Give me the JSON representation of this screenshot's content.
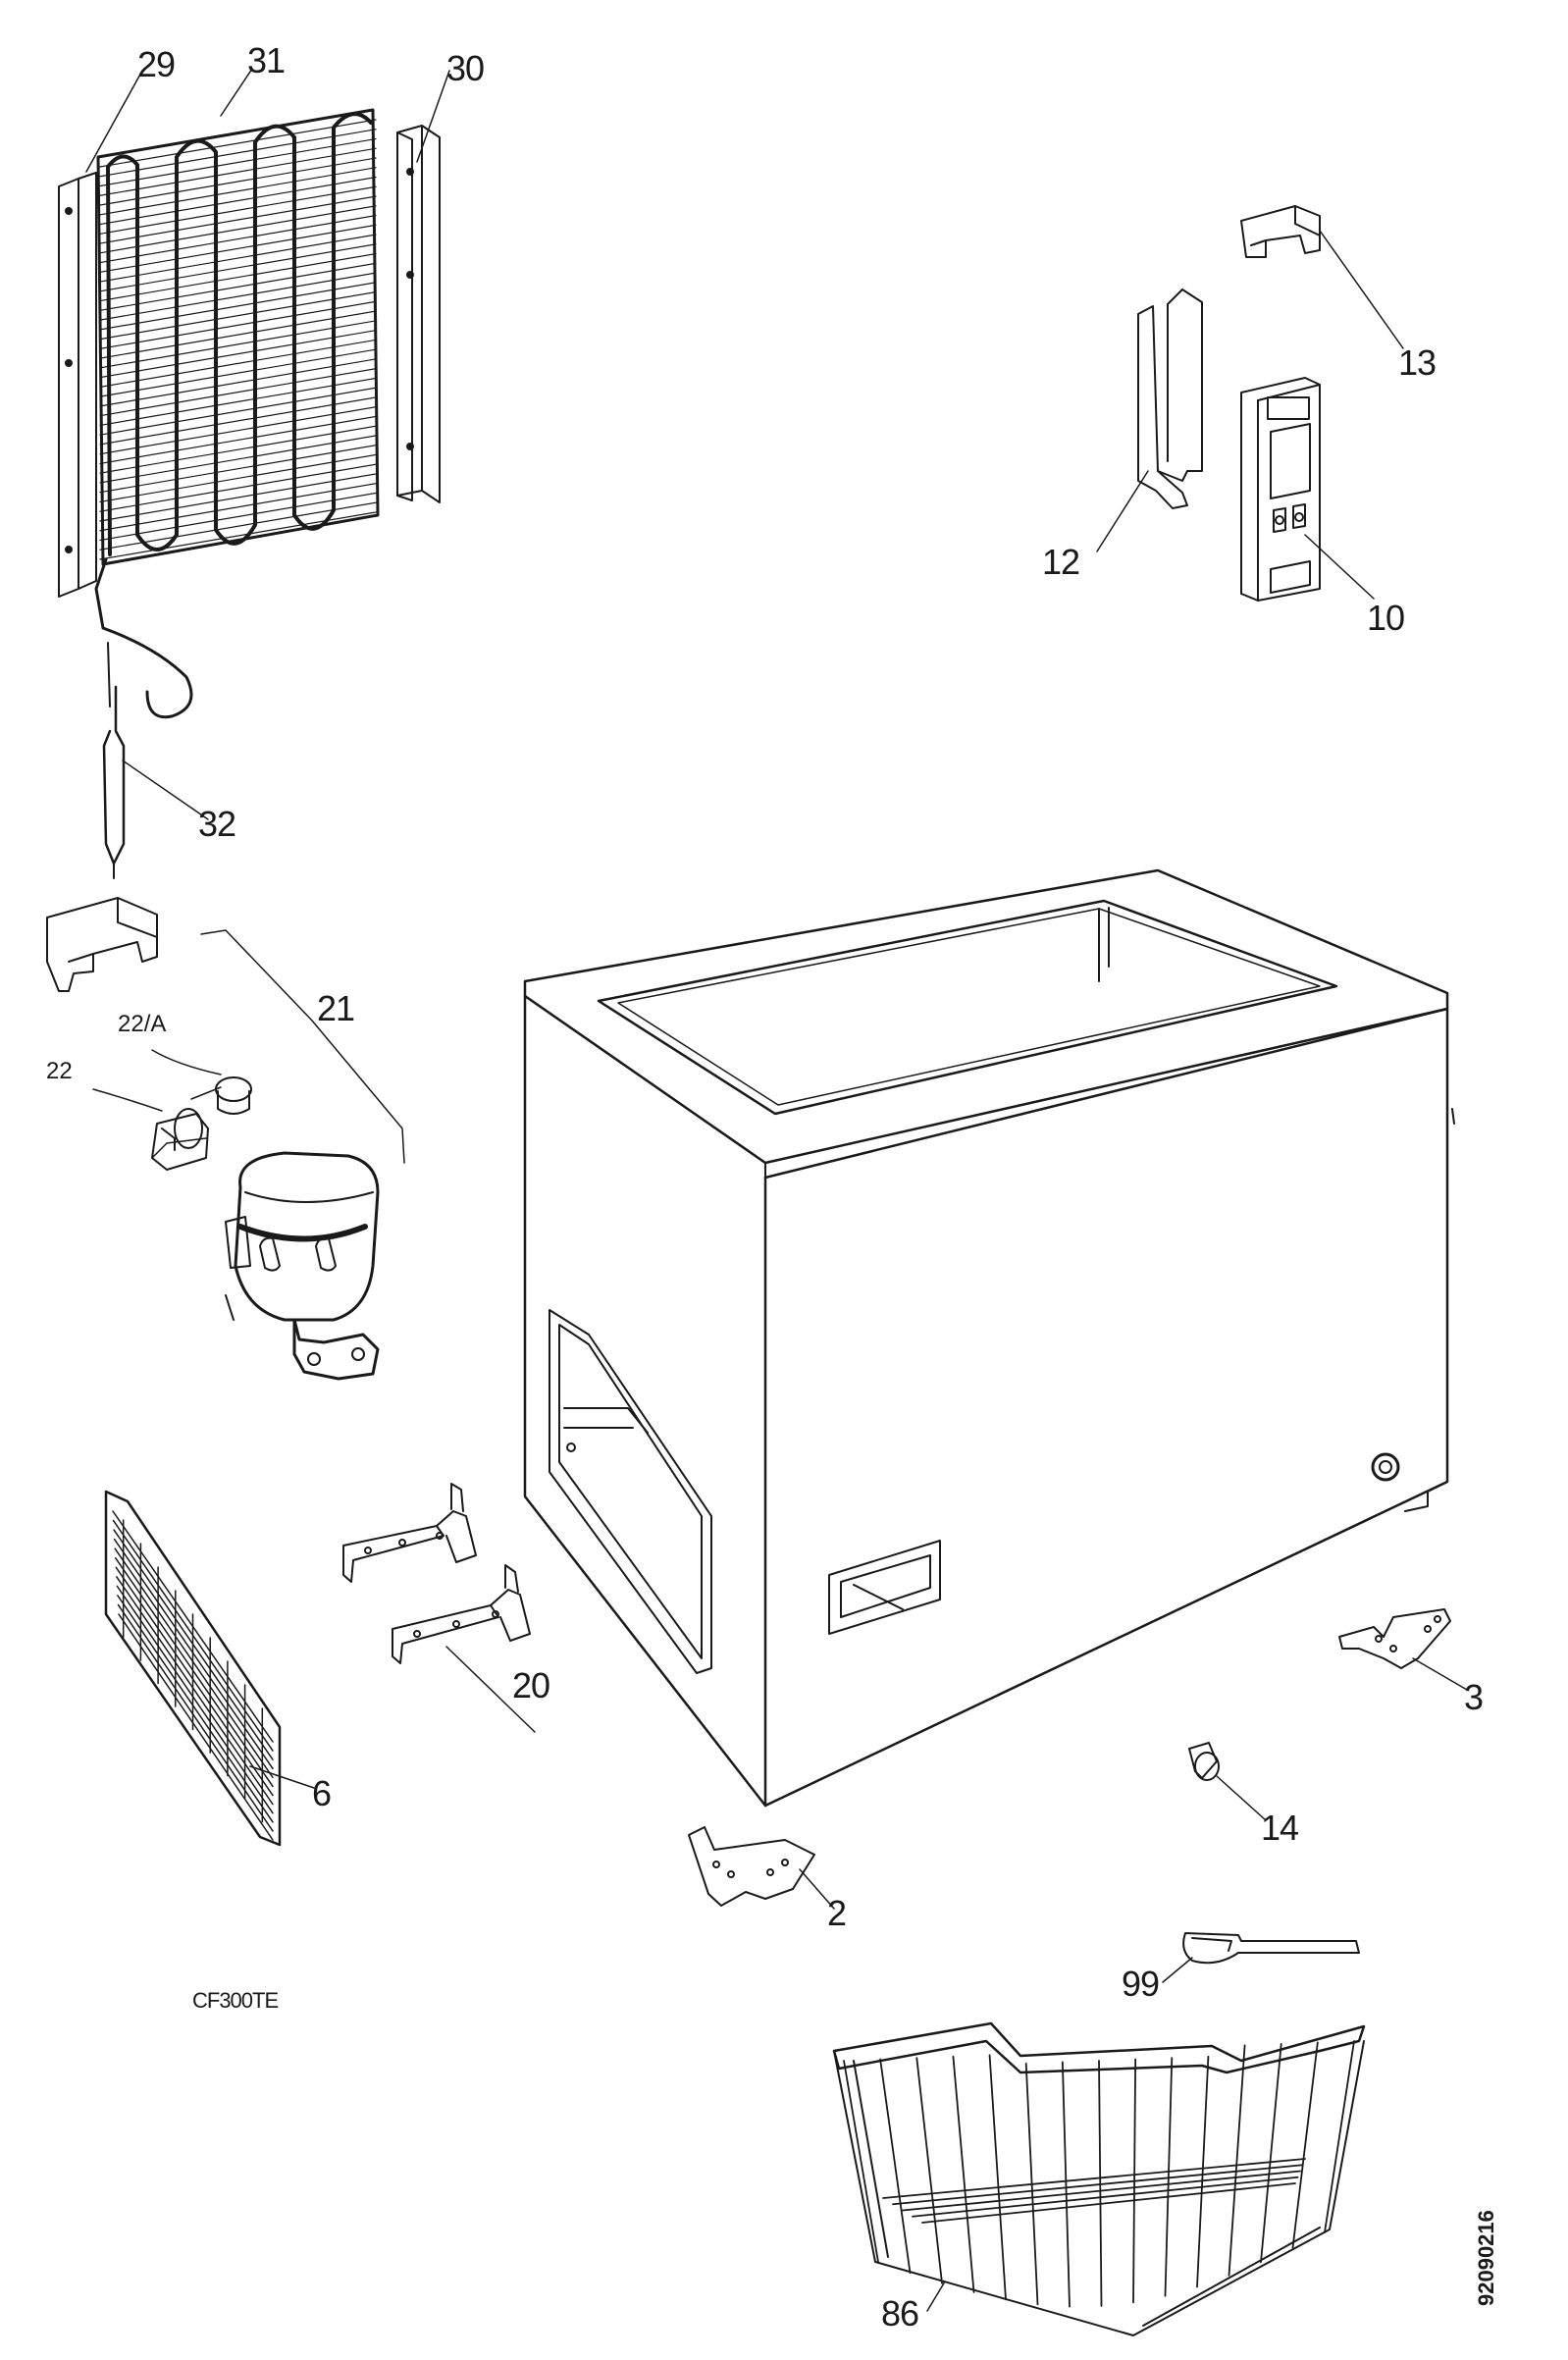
{
  "diagram": {
    "model": "CF300TE",
    "document_number": "92090216",
    "part_labels": {
      "p29": "29",
      "p31": "31",
      "p30": "30",
      "p13": "13",
      "p12": "12",
      "p10": "10",
      "p32": "32",
      "p21": "21",
      "p22a": "22/A",
      "p22": "22",
      "p20": "20",
      "p6": "6",
      "p3": "3",
      "p14": "14",
      "p2": "2",
      "p99": "99",
      "p86": "86"
    }
  }
}
